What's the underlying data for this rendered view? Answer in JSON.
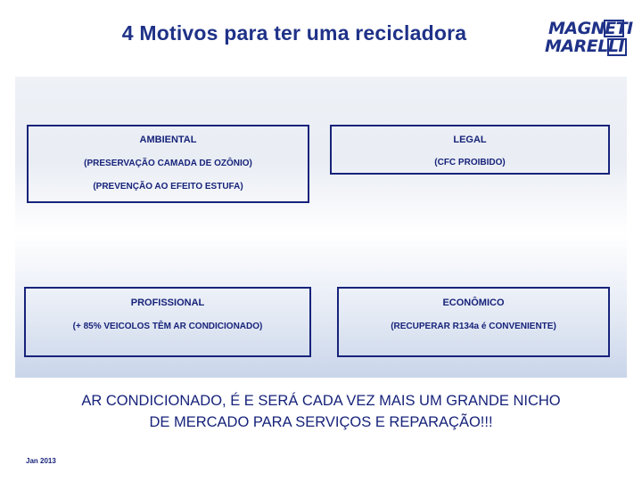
{
  "slide": {
    "title": "4 Motivos para ter  uma recicladora",
    "logo": {
      "line1": "MAGNETI",
      "line2": "MARELLI"
    },
    "boxes": [
      {
        "id": "ambiental",
        "heading": "AMBIENTAL",
        "line2": "(PRESERVAÇÃO CAMADA DE OZÔNIO)",
        "line3": "(PREVENÇÃO AO EFEITO ESTUFA)"
      },
      {
        "id": "legal",
        "heading": "LEGAL",
        "line2": "(CFC PROIBIDO)",
        "line3": ""
      },
      {
        "id": "profissional",
        "heading": "PROFISSIONAL",
        "line2": "(+ 85% VEICOLOS TÊM AR CONDICIONADO)",
        "line3": ""
      },
      {
        "id": "economico",
        "heading": "ECONÔMICO",
        "line2": "(RECUPERAR R134a é CONVENIENTE)",
        "line3": ""
      }
    ],
    "statement": {
      "line1": " AR CONDICIONADO, É E SERÁ CADA VEZ MAIS UM GRANDE NICHO",
      "line2": "DE MERCADO PARA SERVIÇOS E REPARAÇÃO!!!"
    },
    "date": "Jan 2013",
    "colors": {
      "brand_blue": "#17237a",
      "title_blue": "#1f3288"
    }
  }
}
